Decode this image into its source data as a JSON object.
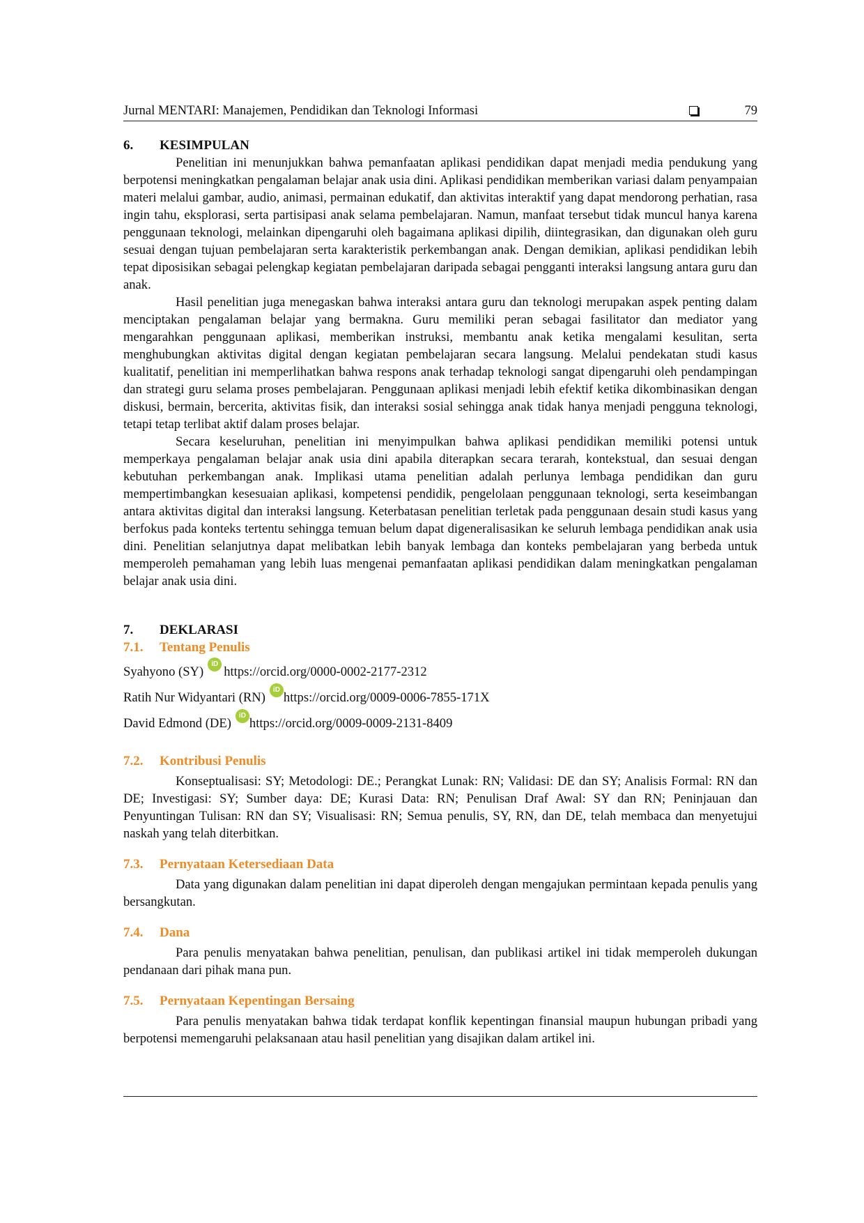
{
  "header": {
    "journal_title": "Jurnal MENTARI: Manajemen, Pendidikan dan Teknologi Informasi",
    "page_number": "79",
    "marker_icon": "square-shadow-icon"
  },
  "section6": {
    "number": "6.",
    "title": "KESIMPULAN",
    "paragraphs": [
      "Penelitian ini menunjukkan bahwa pemanfaatan aplikasi pendidikan dapat menjadi media pendukung yang berpotensi meningkatkan pengalaman belajar anak usia dini. Aplikasi pendidikan memberikan variasi dalam penyampaian materi melalui gambar, audio, animasi, permainan edukatif, dan aktivitas interaktif yang dapat mendorong perhatian, rasa ingin tahu, eksplorasi, serta partisipasi anak selama pembelajaran. Namun, manfaat tersebut tidak muncul hanya karena penggunaan teknologi, melainkan dipengaruhi oleh bagaimana aplikasi dipilih, diintegrasikan, dan digunakan oleh guru sesuai dengan tujuan pembelajaran serta karakteristik perkembangan anak. Dengan demikian, aplikasi pendidikan lebih tepat diposisikan sebagai pelengkap kegiatan pembelajaran daripada sebagai pengganti interaksi langsung antara guru dan anak.",
      "Hasil penelitian juga menegaskan bahwa interaksi antara guru dan teknologi merupakan aspek penting dalam menciptakan pengalaman belajar yang bermakna. Guru memiliki peran sebagai fasilitator dan mediator yang mengarahkan penggunaan aplikasi, memberikan instruksi, membantu anak ketika mengalami kesulitan, serta menghubungkan aktivitas digital dengan kegiatan pembelajaran secara langsung. Melalui pendekatan studi kasus kualitatif, penelitian ini memperlihatkan bahwa respons anak terhadap teknologi sangat dipengaruhi oleh pendampingan dan strategi guru selama proses pembelajaran. Penggunaan aplikasi menjadi lebih efektif ketika dikombinasikan dengan diskusi, bermain, bercerita, aktivitas fisik, dan interaksi sosial sehingga anak tidak hanya menjadi pengguna teknologi, tetapi tetap terlibat aktif dalam proses belajar.",
      "Secara keseluruhan, penelitian ini menyimpulkan bahwa aplikasi pendidikan memiliki potensi untuk memperkaya pengalaman belajar anak usia dini apabila diterapkan secara terarah, kontekstual, dan sesuai dengan kebutuhan perkembangan anak. Implikasi utama penelitian adalah perlunya lembaga pendidikan dan guru mempertimbangkan kesesuaian aplikasi, kompetensi pendidik, pengelolaan penggunaan teknologi, serta keseimbangan antara aktivitas digital dan interaksi langsung. Keterbatasan penelitian terletak pada penggunaan desain studi kasus yang berfokus pada konteks tertentu sehingga temuan belum dapat digeneralisasikan ke seluruh lembaga pendidikan anak usia dini. Penelitian selanjutnya dapat melibatkan lebih banyak lembaga dan konteks pembelajaran yang berbeda untuk memperoleh pemahaman yang lebih luas mengenai pemanfaatan aplikasi pendidikan dalam meningkatkan pengalaman belajar anak usia dini."
    ]
  },
  "section7": {
    "number": "7.",
    "title": "DEKLARASI",
    "sub1": {
      "number": "7.1.",
      "title": "Tentang Penulis",
      "authors": [
        {
          "name": "Syahyono (SY)",
          "orcid_label": "iD",
          "orcid_url": "https://orcid.org/0000-0002-2177-2312"
        },
        {
          "name": "Ratih Nur Widyantari (RN)",
          "orcid_label": "iD",
          "orcid_url": "https://orcid.org/0009-0006-7855-171X"
        },
        {
          "name": "David Edmond (DE)",
          "orcid_label": "iD",
          "orcid_url": "https://orcid.org/0009-0009-2131-8409"
        }
      ]
    },
    "sub2": {
      "number": "7.2.",
      "title": "Kontribusi Penulis",
      "text": "Konseptualisasi: SY; Metodologi: DE.; Perangkat Lunak: RN; Validasi: DE dan SY; Analisis Formal: RN dan DE; Investigasi: SY; Sumber daya: DE; Kurasi Data: RN; Penulisan Draf Awal: SY dan RN; Peninjauan dan Penyuntingan Tulisan: RN dan SY; Visualisasi: RN; Semua penulis, SY, RN, dan DE, telah membaca dan menyetujui naskah yang telah diterbitkan."
    },
    "sub3": {
      "number": "7.3.",
      "title": "Pernyataan Ketersediaan Data",
      "text": "Data yang digunakan dalam penelitian ini dapat diperoleh dengan mengajukan permintaan kepada penulis yang bersangkutan."
    },
    "sub4": {
      "number": "7.4.",
      "title": "Dana",
      "text": "Para penulis menyatakan bahwa penelitian, penulisan, dan publikasi artikel ini tidak memperoleh dukungan pendanaan dari pihak mana pun."
    },
    "sub5": {
      "number": "7.5.",
      "title": "Pernyataan Kepentingan Bersaing",
      "text": "Para penulis menyatakan bahwa tidak terdapat konflik kepentingan finansial maupun hubungan pribadi yang berpotensi memengaruhi pelaksanaan atau hasil penelitian yang disajikan dalam artikel ini."
    }
  },
  "colors": {
    "subheading": "#f08a24",
    "orcid": "#a6ce39",
    "text": "#111111"
  }
}
